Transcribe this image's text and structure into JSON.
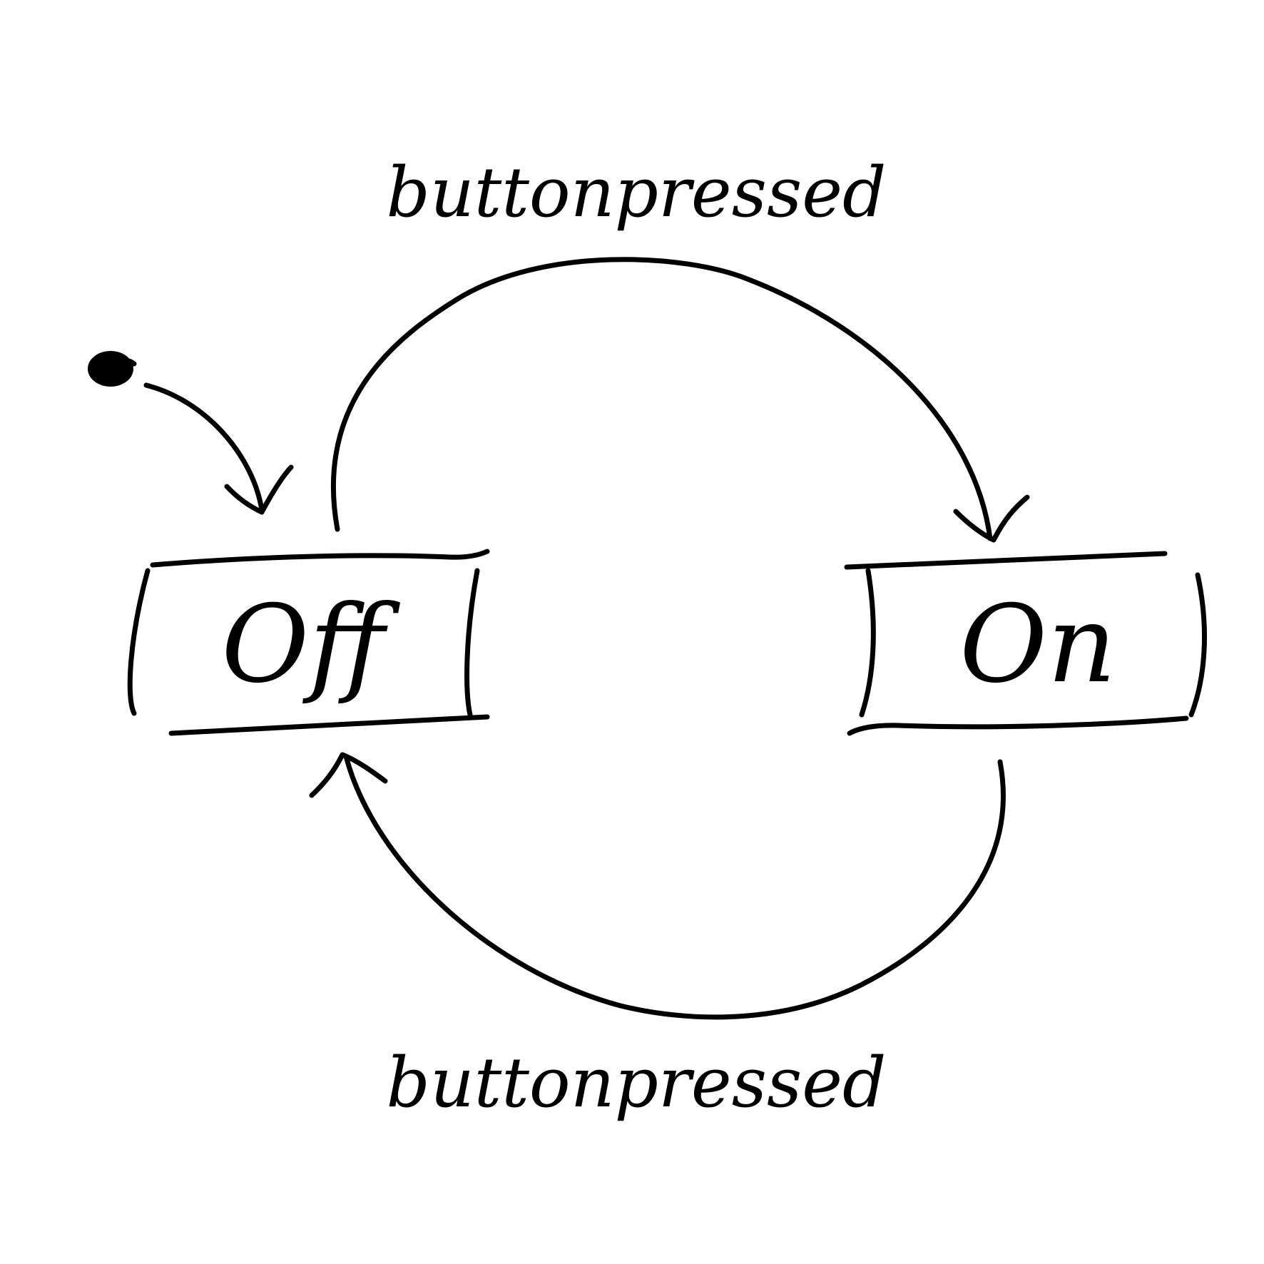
{
  "states": [
    {
      "id": "off",
      "label": "Off"
    },
    {
      "id": "on",
      "label": "On"
    }
  ],
  "transitions": [
    {
      "from": "off",
      "to": "on",
      "label": "buttonpressed"
    },
    {
      "from": "on",
      "to": "off",
      "label": "buttonpressed"
    }
  ],
  "initial_state": "off",
  "colors": {
    "ink": "#000000",
    "background": "#ffffff"
  }
}
